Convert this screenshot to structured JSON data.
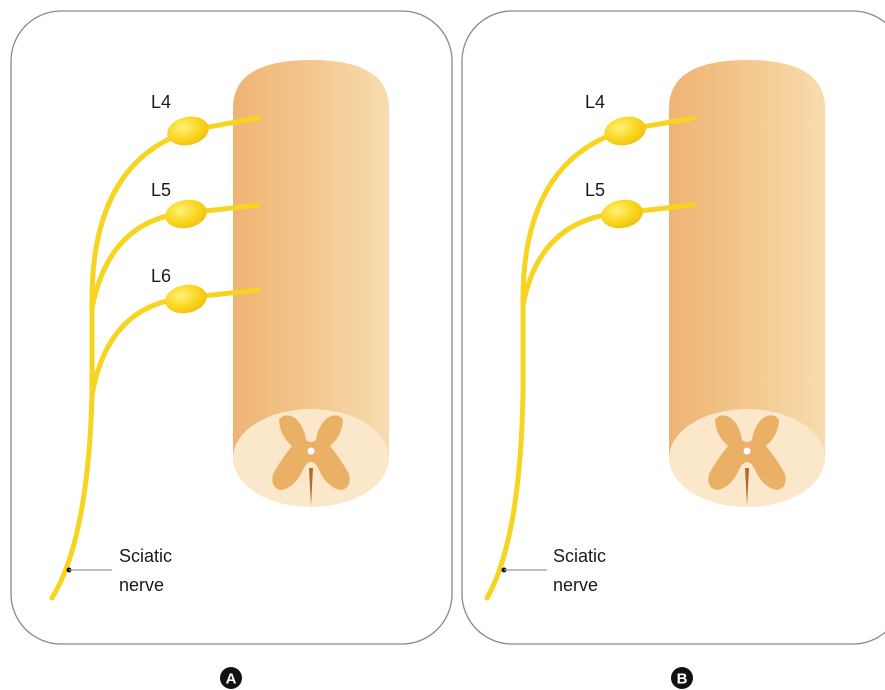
{
  "panels": [
    {
      "id": "A",
      "badge": "A",
      "roots": [
        "L4",
        "L5",
        "L6"
      ],
      "nerve_label_line1": "Sciatic",
      "nerve_label_line2": "nerve"
    },
    {
      "id": "B",
      "badge": "B",
      "roots": [
        "L4",
        "L5"
      ],
      "nerve_label_line1": "Sciatic",
      "nerve_label_line2": "nerve"
    }
  ],
  "colors": {
    "nerve": "#f7d420",
    "ganglion": "#f9d21c",
    "cord": "#f3c98d",
    "cord_cross_section": "#fbe7c9",
    "gray_matter": "#e9b066",
    "badge": "#111111"
  }
}
